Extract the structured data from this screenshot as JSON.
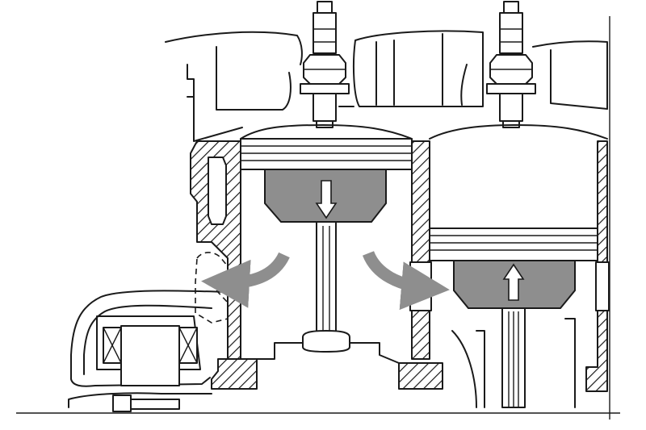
{
  "colors": {
    "line": "#1a1a1a",
    "piston_fill": "#8e8e8e",
    "flow_arrow": "#8e8e8e",
    "background": "#ffffff"
  },
  "pistons": [
    {
      "name": "left-piston",
      "motion": "down"
    },
    {
      "name": "right-piston",
      "motion": "up"
    }
  ],
  "flow_arrows": [
    {
      "name": "flow-arrow-left",
      "direction": "left"
    },
    {
      "name": "flow-arrow-right",
      "direction": "right"
    }
  ],
  "icons": [
    "piston-down-arrow-icon",
    "piston-up-arrow-icon",
    "spark-plug-icon"
  ]
}
